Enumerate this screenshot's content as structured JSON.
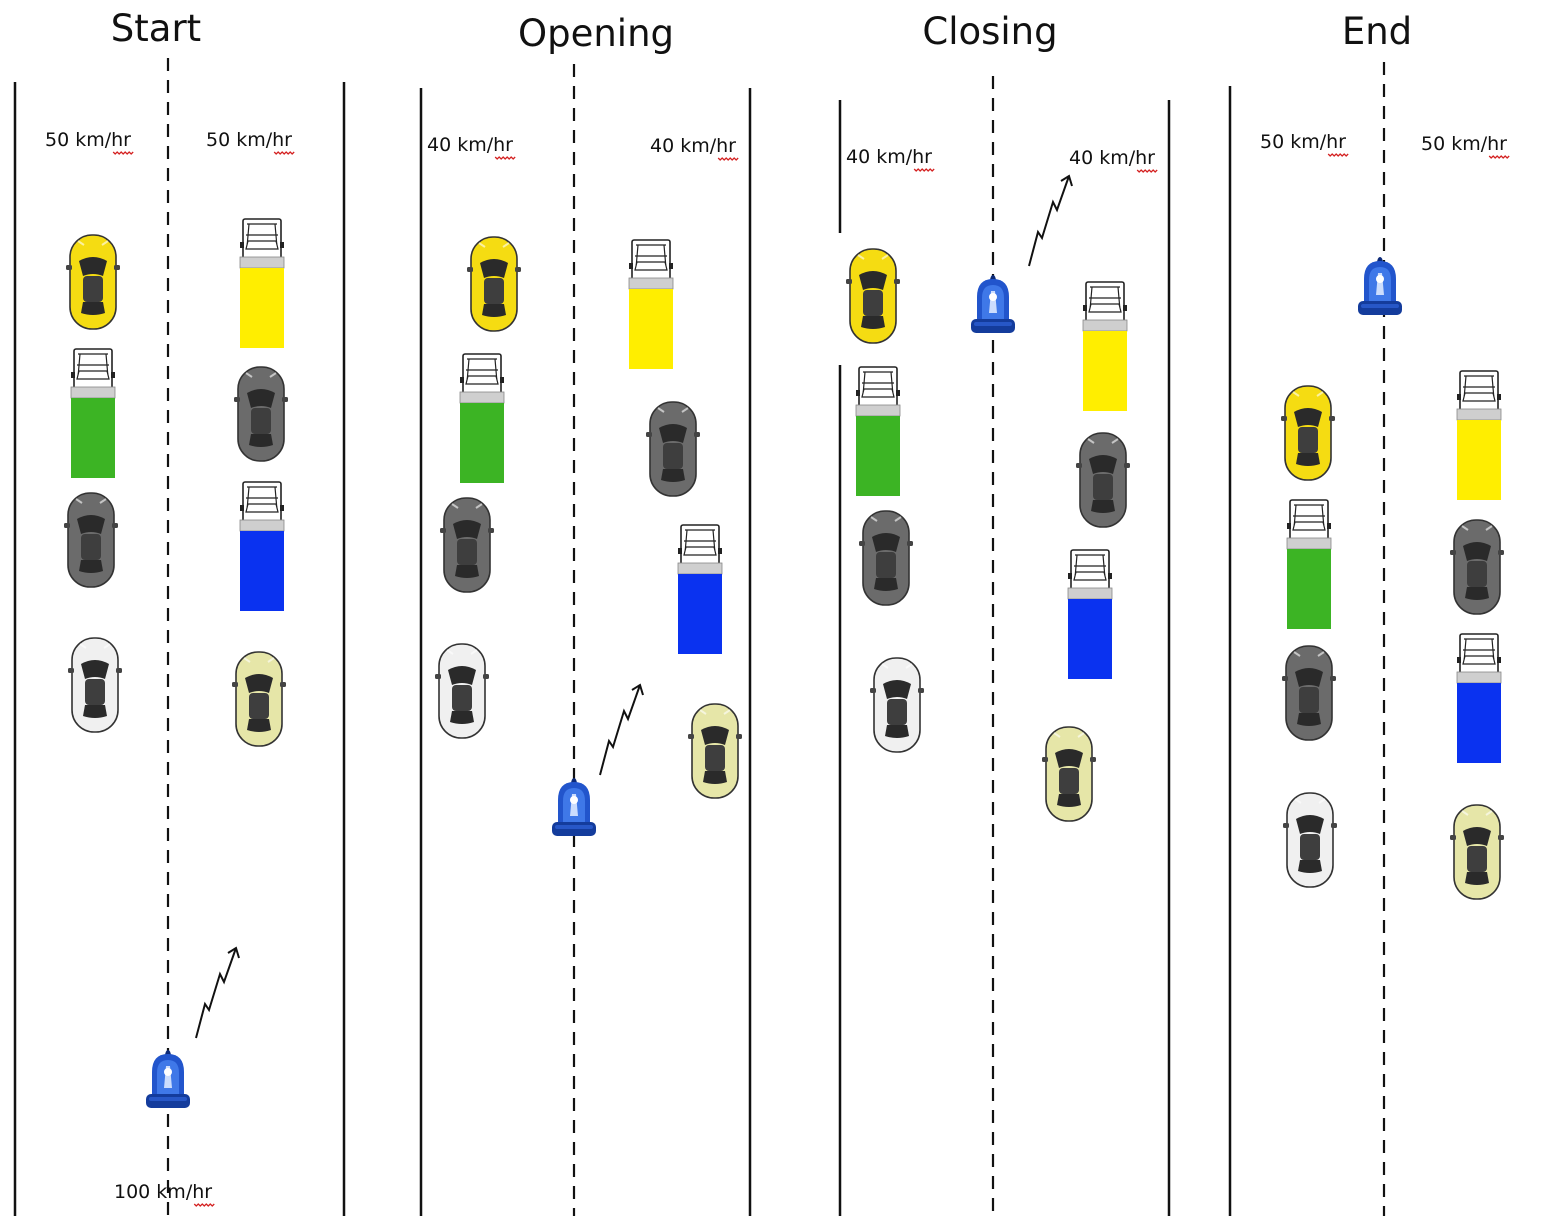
{
  "colors": {
    "truck_yellow": "#ffee00",
    "truck_green": "#3cb424",
    "truck_blue": "#0a32f0",
    "car_yellow": "#f5dc12",
    "car_grey": "#6b6b6b",
    "car_white": "#f0f0f0",
    "car_cream": "#e6e6a8",
    "siren_blue": "#1e50c8"
  },
  "panels": [
    {
      "id": "start",
      "title": "Start",
      "left_speed": "50 km/hr",
      "right_speed": "50 km/hr",
      "siren_speed": "100 km/hr",
      "siren_icon": "siren-icon",
      "signal_icon": "signal-arrow-icon",
      "left_vehicles": [
        "yellow-car",
        "green-truck",
        "grey-car",
        "white-car"
      ],
      "right_vehicles": [
        "yellow-truck",
        "grey-car",
        "blue-truck",
        "cream-car"
      ]
    },
    {
      "id": "opening",
      "title": "Opening",
      "left_speed": "40 km/hr",
      "right_speed": "40 km/hr",
      "siren_icon": "siren-icon",
      "signal_icon": "signal-arrow-icon",
      "left_vehicles": [
        "yellow-car",
        "green-truck",
        "grey-car",
        "white-car"
      ],
      "right_vehicles": [
        "yellow-truck",
        "grey-car",
        "blue-truck",
        "cream-car"
      ]
    },
    {
      "id": "closing",
      "title": "Closing",
      "left_speed": "40 km/hr",
      "right_speed": "40 km/hr",
      "siren_icon": "siren-icon",
      "signal_icon": "signal-arrow-icon",
      "left_vehicles": [
        "yellow-car",
        "green-truck",
        "grey-car",
        "white-car"
      ],
      "right_vehicles": [
        "yellow-truck",
        "grey-car",
        "blue-truck",
        "cream-car"
      ]
    },
    {
      "id": "end",
      "title": "End",
      "left_speed": "50 km/hr",
      "right_speed": "50 km/hr",
      "siren_icon": "siren-icon",
      "left_vehicles": [
        "yellow-car",
        "green-truck",
        "grey-car",
        "white-car"
      ],
      "right_vehicles": [
        "yellow-truck",
        "grey-car",
        "blue-truck",
        "cream-car"
      ]
    }
  ]
}
